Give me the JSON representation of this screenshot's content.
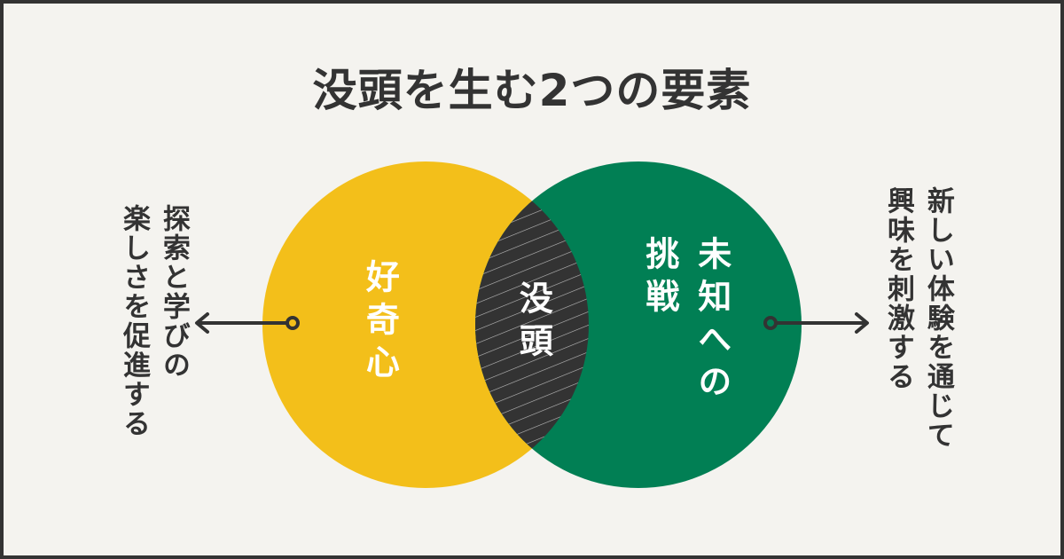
{
  "title": "没頭を生む2つの要素",
  "colors": {
    "background": "#f4f3ef",
    "border": "#333333",
    "curiosity": "#f3bf1a",
    "challenge": "#017f54",
    "overlap": "#333333",
    "text_dark": "#333333",
    "text_light": "#ffffff"
  },
  "venn": {
    "left_circle": {
      "label": "好奇心"
    },
    "right_circle": {
      "label": "未知への\n挑戦"
    },
    "overlap": {
      "label": "没頭"
    }
  },
  "annotations": {
    "left": {
      "text": "探索と学びの\n楽しさを促進する"
    },
    "right": {
      "text": "新しい体験を通じて\n興味を刺激する"
    }
  }
}
